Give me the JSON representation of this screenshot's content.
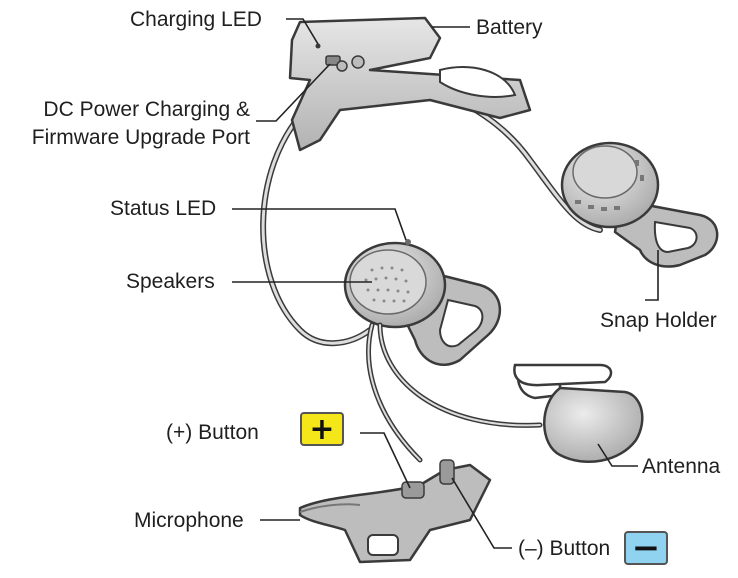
{
  "labels": {
    "charging_led": "Charging LED",
    "battery": "Battery",
    "dc_port_line1": "DC Power Charging &",
    "dc_port_line2": "Firmware Upgrade Port",
    "status_led": "Status LED",
    "speakers": "Speakers",
    "snap_holder": "Snap Holder",
    "plus_button": "(+) Button",
    "antenna": "Antenna",
    "microphone": "Microphone",
    "minus_button": "(–) Button"
  },
  "badges": {
    "plus_symbol": "+",
    "minus_symbol": "−",
    "plus_color": "#f5e61a",
    "minus_color": "#8fd3f0"
  },
  "colors": {
    "body_fill": "#cfcfcf",
    "outline": "#3a3a3a"
  }
}
